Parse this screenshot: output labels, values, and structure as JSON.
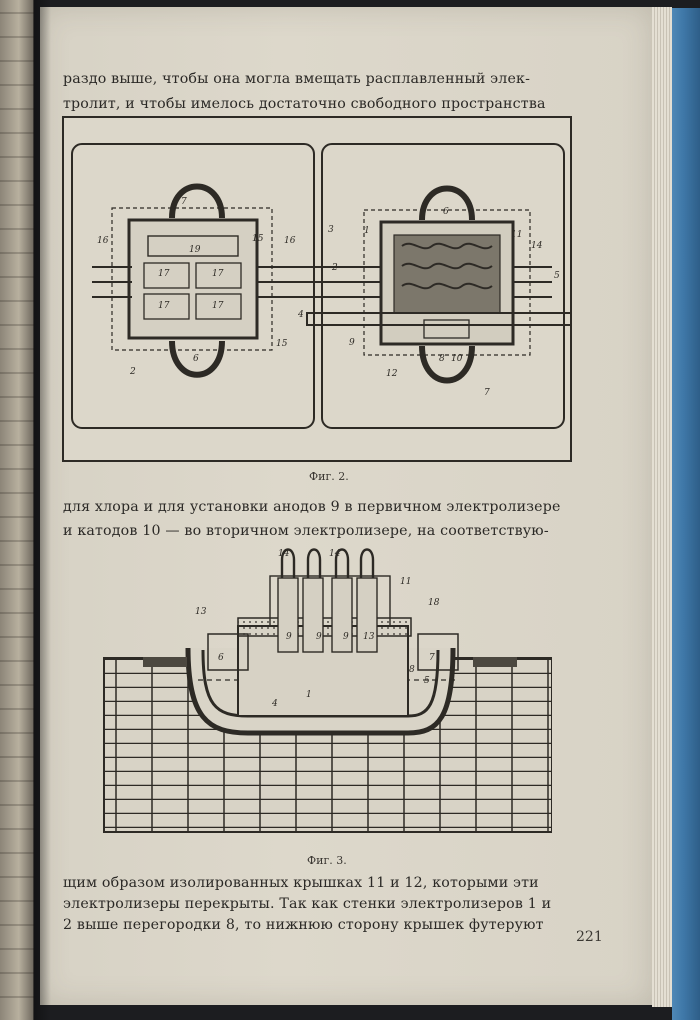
{
  "page": {
    "lines_top": [
      "раздо выше, чтобы она могла вмещать расплавленный элек-",
      "тролит, и чтобы имелось достаточно свободного пространства"
    ],
    "figure_2_caption": "Фиг. 2.",
    "lines_middle": [
      "для хлора и для установки анодов 9 в первичном электролизере",
      "и катодов 10 — во вторичном электролизере, на соответствую-"
    ],
    "figure_3_caption": "Фиг. 3.",
    "lines_bottom": [
      "щим образом изолированных крышках 11 и 12, которыми эти",
      "электролизеры перекрыты. Так как стенки электролизеров 1 и",
      "2 выше перегородки 8, то нижнюю сторону крышек футеруют"
    ],
    "page_number": "221"
  },
  "figure_2": {
    "labels": [
      "7",
      "19",
      "16",
      "15",
      "16",
      "17",
      "17",
      "17",
      "17",
      "15",
      "2",
      "6",
      "3",
      "1",
      "2",
      "4",
      "11",
      "14",
      "5",
      "9",
      "12",
      "8",
      "10",
      "7",
      "6"
    ]
  },
  "figure_3": {
    "labels": [
      "14",
      "14",
      "11",
      "18",
      "13",
      "9",
      "9",
      "9",
      "13",
      "6",
      "7",
      "1",
      "8",
      "5",
      "4"
    ]
  }
}
